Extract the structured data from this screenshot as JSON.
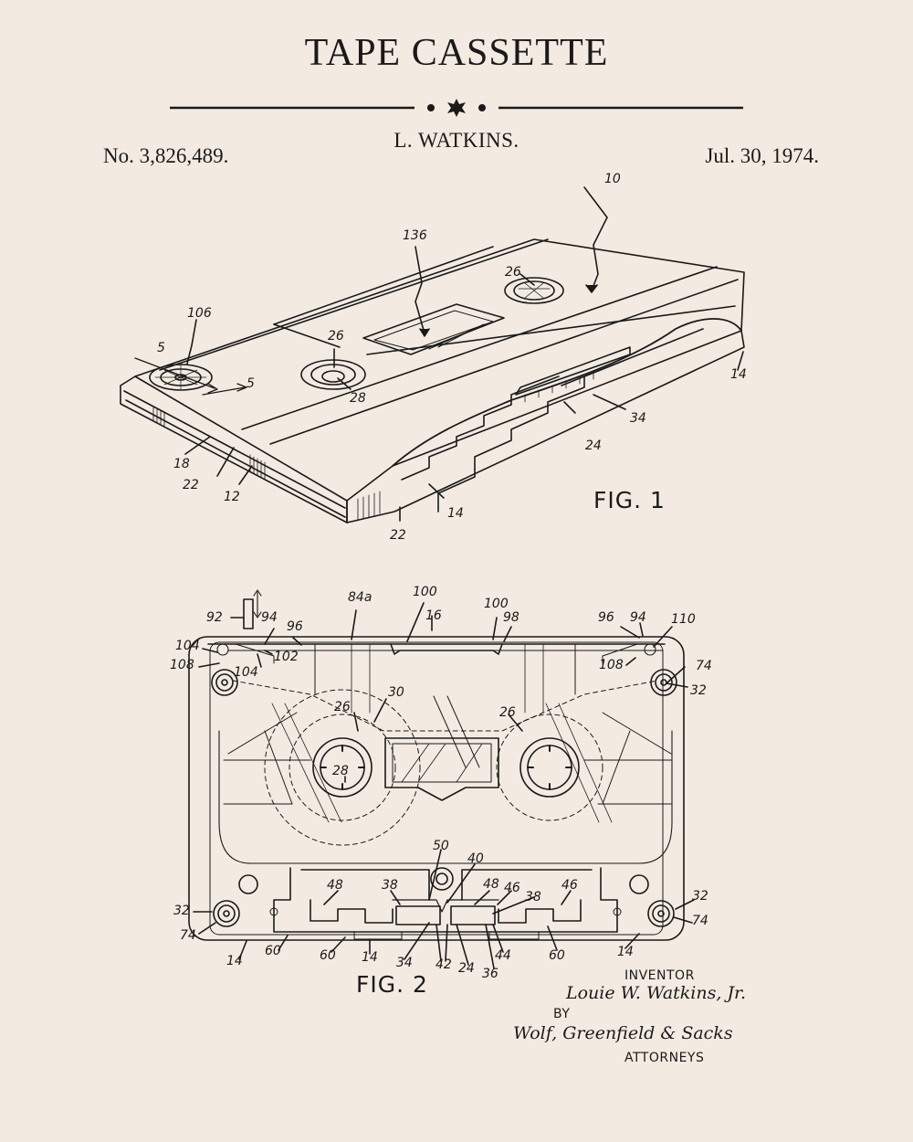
{
  "header": {
    "title": "TAPE CASSETTE",
    "inventor": "L. WATKINS.",
    "patent_number": "No. 3,826,489.",
    "date": "Jul. 30, 1974."
  },
  "figure1": {
    "label": "FIG. 1",
    "refs": {
      "r10": "10",
      "r136": "136",
      "r26a": "26",
      "r26b": "26",
      "r106": "106",
      "r5a": "5",
      "r5b": "5",
      "r28": "28",
      "r18": "18",
      "r22a": "22",
      "r12": "12",
      "r22b": "22",
      "r14a": "14",
      "r24": "24",
      "r34": "34",
      "r14b": "14"
    }
  },
  "figure2": {
    "label": "FIG. 2",
    "refs": {
      "r92": "92",
      "r94a": "94",
      "r96a": "96",
      "r84a": "84a",
      "r100a": "100",
      "r16": "16",
      "r100b": "100",
      "r98": "98",
      "r96b": "96",
      "r94b": "94",
      "r110": "110",
      "r104a": "104",
      "r108a": "108",
      "r102": "102",
      "r104b": "104",
      "r108b": "108",
      "r74a": "74",
      "r32a": "32",
      "r30": "30",
      "r26a": "26",
      "r26b": "26",
      "r28": "28",
      "r50": "50",
      "r40": "40",
      "r48a": "48",
      "r38a": "38",
      "r48b": "48",
      "r46a": "46",
      "r38b": "38",
      "r46b": "46",
      "r32b": "32",
      "r74b": "74",
      "r32c": "32",
      "r74c": "74",
      "r14a": "14",
      "r60a": "60",
      "r60b": "60",
      "r14b": "14",
      "r34": "34",
      "r42": "42",
      "r24": "24",
      "r44": "44",
      "r36": "36",
      "r60c": "60",
      "r14c": "14"
    }
  },
  "signature": {
    "inventor_label": "INVENTOR",
    "inventor_signature": "Louie W. Watkins, Jr.",
    "by_label": "BY",
    "attorney_signature": "Wolf, Greenfield & Sacks",
    "attorneys_label": "ATTORNEYS"
  }
}
